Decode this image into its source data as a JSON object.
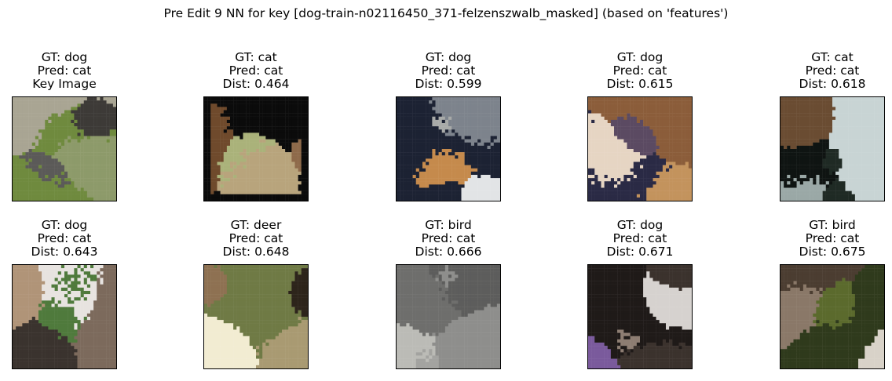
{
  "title": "Pre Edit 9 NN for key [dog-train-n02116450_371-felzenszwalb_masked] (based on 'features')",
  "panels": [
    {
      "gt": "GT: dog",
      "pred": "Pred: cat",
      "line3": "Key Image",
      "palette": [
        "#6f8a3e",
        "#5b5a58",
        "#3d3a37",
        "#8d9a6a",
        "#a9a593"
      ]
    },
    {
      "gt": "GT: cat",
      "pred": "Pred: cat",
      "line3": "Dist: 0.464",
      "palette": [
        "#0b0b0b",
        "#aab27a",
        "#6f4a2c",
        "#b8a47c",
        "#8e6a4a"
      ]
    },
    {
      "gt": "GT: dog",
      "pred": "Pred: cat",
      "line3": "Dist: 0.599",
      "palette": [
        "#1c2233",
        "#7d838c",
        "#a8aaa8",
        "#c58a4c",
        "#e2e4e6"
      ]
    },
    {
      "gt": "GT: dog",
      "pred": "Pred: cat",
      "line3": "Dist: 0.615",
      "palette": [
        "#2a2a45",
        "#c3935d",
        "#8b5d3a",
        "#e6d5c3",
        "#5b4a62"
      ]
    },
    {
      "gt": "GT: cat",
      "pred": "Pred: cat",
      "line3": "Dist: 0.618",
      "palette": [
        "#1f2a24",
        "#c8d4d4",
        "#6a4c32",
        "#0f1412",
        "#9aa8a6"
      ]
    },
    {
      "gt": "GT: dog",
      "pred": "Pred: cat",
      "line3": "Dist: 0.643",
      "palette": [
        "#4f7a3c",
        "#7c6a5c",
        "#e7e3e0",
        "#3a332e",
        "#b09478"
      ]
    },
    {
      "gt": "GT: deer",
      "pred": "Pred: cat",
      "line3": "Dist: 0.648",
      "palette": [
        "#6f7a45",
        "#8e7152",
        "#2d241b",
        "#f2ecd2",
        "#a99a72"
      ]
    },
    {
      "gt": "GT: bird",
      "pred": "Pred: cat",
      "line3": "Dist: 0.666",
      "palette": [
        "#8e8e8c",
        "#a3a3a0",
        "#6e6e6c",
        "#bbbbb6",
        "#5d5d5c"
      ]
    },
    {
      "gt": "GT: dog",
      "pred": "Pred: cat",
      "line3": "Dist: 0.671",
      "palette": [
        "#3b322d",
        "#8d7d72",
        "#d6d2cf",
        "#7a5a9c",
        "#1f1a18"
      ]
    },
    {
      "gt": "GT: bird",
      "pred": "Pred: cat",
      "line3": "Dist: 0.675",
      "palette": [
        "#2f3a1c",
        "#5b6a2d",
        "#8a7868",
        "#d8d2c8",
        "#4b3d31"
      ]
    }
  ]
}
